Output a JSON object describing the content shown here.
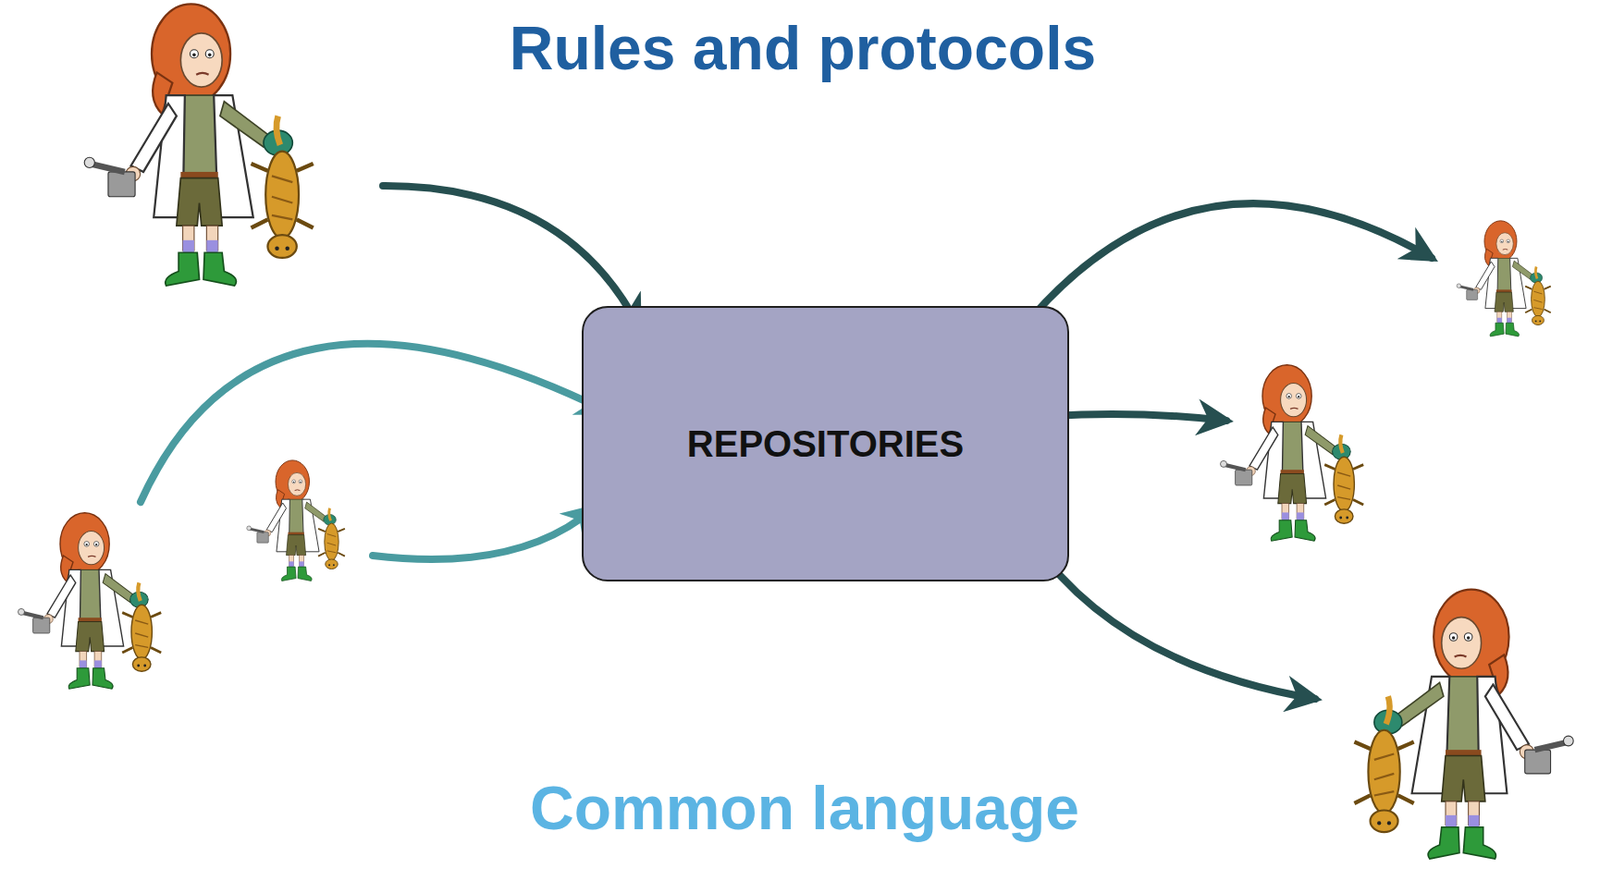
{
  "diagram": {
    "title": "Rules and protocols",
    "caption": "Common language",
    "nodes": [
      {
        "text": [
          "REPOSITORIES"
        ]
      }
    ]
  }
}
